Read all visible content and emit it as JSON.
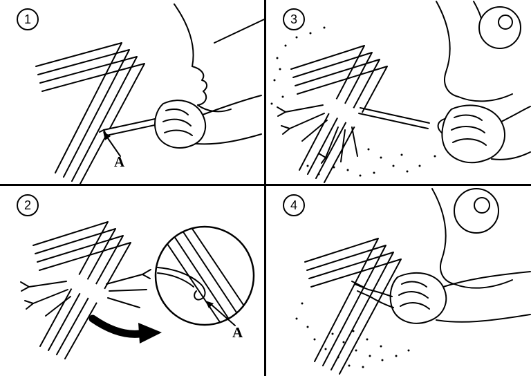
{
  "figure": {
    "background": "#ffffff",
    "ink_color": "#000000"
  },
  "panels": [
    {
      "number": "1",
      "part_label": "A"
    },
    {
      "number": "2",
      "part_label": "A"
    },
    {
      "number": "3"
    },
    {
      "number": "4"
    }
  ]
}
